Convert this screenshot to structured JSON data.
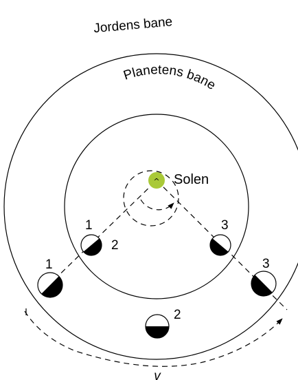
{
  "labels": {
    "earth_orbit": "Jordens bane",
    "planet_orbit": "Planetens bane",
    "sun": "Solen",
    "angle": "v"
  },
  "positions": {
    "earth_1": "1",
    "planet_1": "1",
    "planet_2": "2",
    "earth_2": "2",
    "planet_3": "3",
    "earth_3": "3"
  },
  "colors": {
    "sun": "#a9c938",
    "lines": "#000000",
    "background": "#ffffff"
  }
}
